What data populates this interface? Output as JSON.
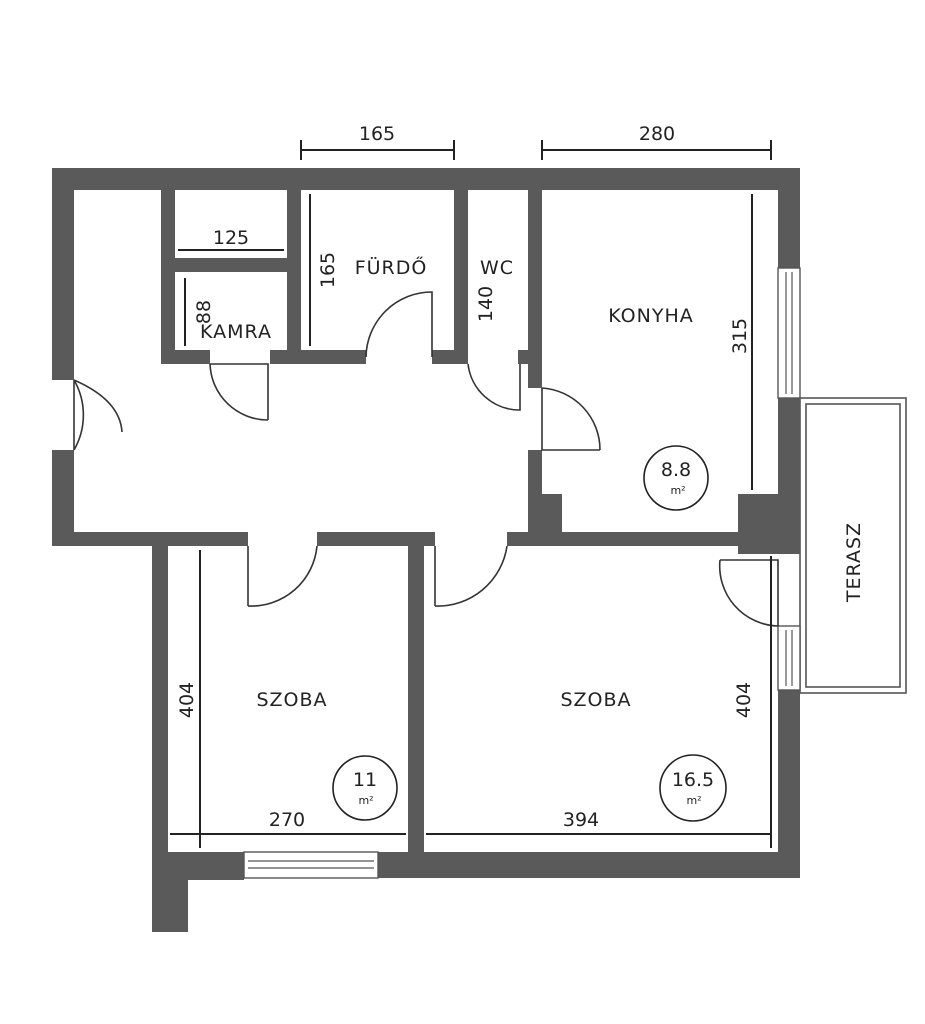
{
  "rooms": {
    "kamra": "KAMRA",
    "furdo": "FÜRDŐ",
    "wc": "WC",
    "konyha": "KONYHA",
    "szoba_left": "SZOBA",
    "szoba_right": "SZOBA",
    "terasz": "TERASZ"
  },
  "areas": {
    "konyha": "8.8",
    "szoba_left": "11",
    "szoba_right": "16.5",
    "unit": "m²"
  },
  "dimensions": {
    "furdo_width": "165",
    "konyha_width": "280",
    "kamra_width": "125",
    "kamra_depth": "88",
    "furdo_depth": "165",
    "wc_depth": "140",
    "konyha_depth": "315",
    "szoba_left_depth": "404",
    "szoba_right_depth": "404",
    "szoba_left_width": "270",
    "szoba_right_width": "394"
  }
}
